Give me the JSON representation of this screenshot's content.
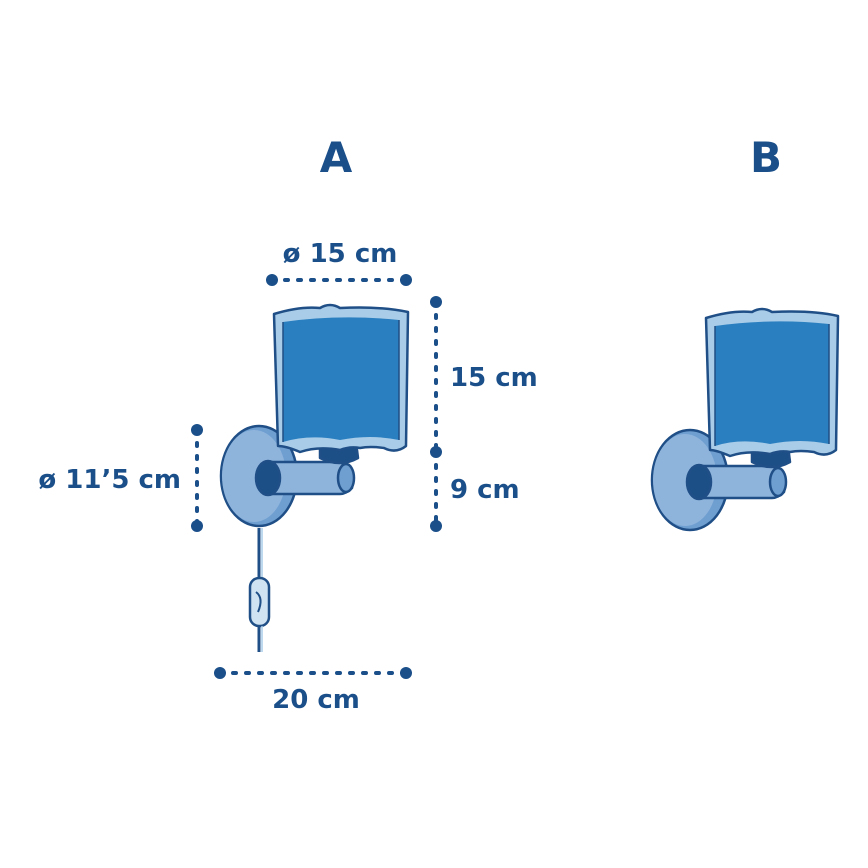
{
  "variants": {
    "a_label": "A",
    "b_label": "B"
  },
  "dimensions": {
    "shade_diameter": "ø 15 cm",
    "shade_height": "15 cm",
    "base_diameter": "ø 11’5 cm",
    "arm_height": "9 cm",
    "depth": "20 cm"
  },
  "colors": {
    "outline": "#1f4f86",
    "shade_fill": "#2a7fc0",
    "shade_light": "#a9cce8",
    "base_fill": "#8fb4dc",
    "dark_blue": "#1d4f87",
    "dimension_text": "#1a4f8a"
  }
}
